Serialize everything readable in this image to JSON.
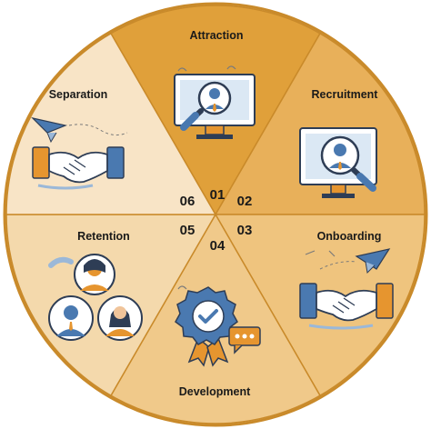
{
  "stages": [
    {
      "number": "01",
      "label": "Attraction",
      "color": "#e0a03a",
      "icon": "candidate-search-monitor-icon"
    },
    {
      "number": "02",
      "label": "Recruitment",
      "color": "#e8b05a",
      "icon": "candidate-search-monitor-icon"
    },
    {
      "number": "03",
      "label": "Onboarding",
      "color": "#efc47e",
      "icon": "handshake-icon"
    },
    {
      "number": "04",
      "label": "Development",
      "color": "#f0c98a",
      "icon": "award-badge-icon"
    },
    {
      "number": "05",
      "label": "Retention",
      "color": "#f4d9ac",
      "icon": "team-members-icon"
    },
    {
      "number": "06",
      "label": "Separation",
      "color": "#f8e4c6",
      "icon": "handshake-icon"
    }
  ],
  "colors": {
    "border": "#c98a2a",
    "icon_blue": "#4a79b0",
    "icon_orange": "#e6952f",
    "icon_dark": "#2e3d55"
  }
}
